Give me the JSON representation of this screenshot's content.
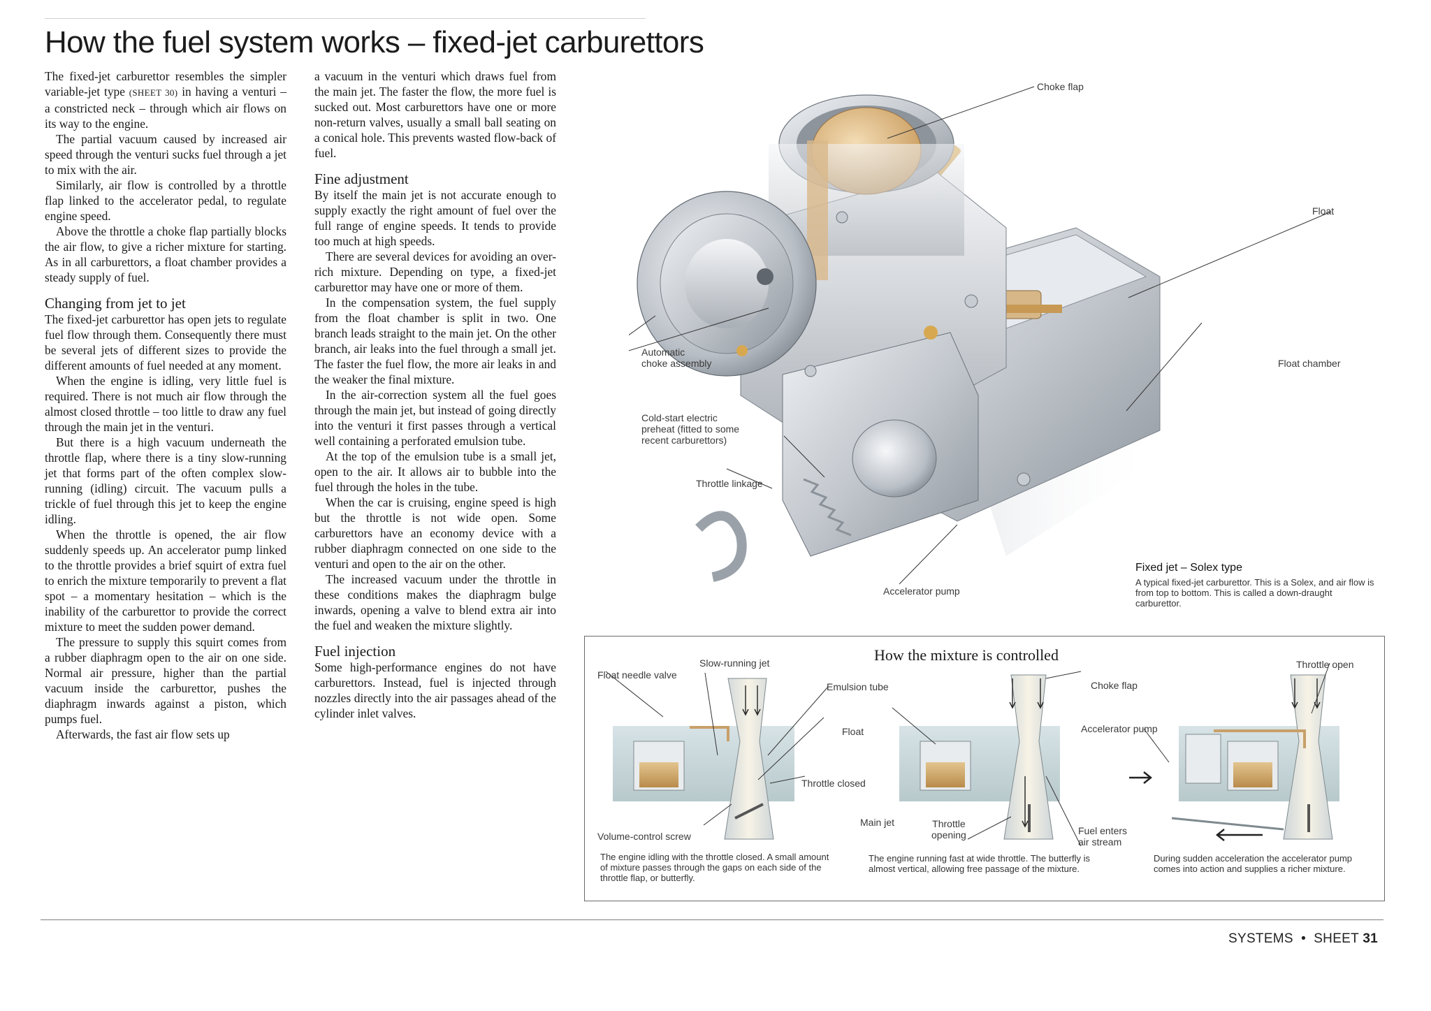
{
  "title": "How the fuel system works – fixed-jet carburettors",
  "column1": {
    "p1": "The fixed-jet carburettor resembles the simpler variable-jet type",
    "p1_ref": "(SHEET 30)",
    "p1b": "in having a venturi – a constricted neck – through which air flows on its way to the engine.",
    "p2": "The partial vacuum caused by increased air speed through the venturi sucks fuel through a jet to mix with the air.",
    "p3": "Similarly, air flow is controlled by a throttle flap linked to the accelerator pedal, to regulate engine speed.",
    "p4": "Above the throttle a choke flap partially blocks the air flow, to give a richer mixture for starting. As in all carburettors, a float chamber provides a steady supply of fuel.",
    "h1": "Changing from jet to jet",
    "p5": "The fixed-jet carburettor has open jets to regulate fuel flow through them. Consequently there must be several jets of different sizes to provide the different amounts of fuel needed at any moment.",
    "p6": "When the engine is idling, very little fuel is required. There is not much air flow through the almost closed throttle – too little to draw any fuel through the main jet in the venturi.",
    "p7": "But there is a high vacuum underneath the throttle flap, where there is a tiny slow-running jet that forms part of the often complex slow-running (idling) circuit. The vacuum pulls a trickle of fuel through this jet to keep the engine idling.",
    "p8": "When the throttle is opened, the air flow suddenly speeds up. An accelerator pump linked to the throttle provides a brief squirt of extra fuel to enrich the mixture temporarily to prevent a flat spot – a momentary hesitation – which is the inability of the carburettor to provide the correct mixture to meet the sudden power demand.",
    "p9": "The pressure to supply this squirt comes from a rubber diaphragm open to the air on one side. Normal air pressure, higher than the partial vacuum inside the carburettor, pushes the diaphragm inwards against a piston, which pumps fuel.",
    "p10": "Afterwards, the fast air flow sets up"
  },
  "column2": {
    "p1": "a vacuum in the venturi which draws fuel from the main jet. The faster the flow, the more fuel is sucked out. Most carburettors have one or more non-return valves, usually a small ball seating on a conical hole. This prevents wasted flow-back of fuel.",
    "h1": "Fine adjustment",
    "p2": "By itself the main jet is not accurate enough to supply exactly the right amount of fuel over the full range of engine speeds. It tends to provide too much at high speeds.",
    "p3": "There are several devices for avoiding an over-rich mixture. Depending on type, a fixed-jet carburettor may have one or more of them.",
    "p4": "In the compensation system, the fuel supply from the float chamber is split in two. One branch leads straight to the main jet. On the other branch, air leaks into the fuel through a small jet. The faster the fuel flow, the more air leaks in and the weaker the final mixture.",
    "p5": "In the air-correction system all the fuel goes through the main jet, but instead of going directly into the venturi it first passes through a vertical well containing a perforated emulsion tube.",
    "p6": "At the top of the emulsion tube is a small jet, open to the air. It allows air to bubble into the fuel through the holes in the tube.",
    "p7": "When the car is cruising, engine speed is high but the throttle is not wide open. Some carburettors have an economy device with a rubber diaphragm connected on one side to the venturi and open to the air on the other.",
    "p8": "The increased vacuum under the throttle in these conditions makes the diaphragm bulge inwards, opening a valve to blend extra air into the fuel and weaken the mixture slightly.",
    "h2": "Fuel injection",
    "p9": "Some high-performance engines do not have carburettors. Instead, fuel is injected through nozzles directly into the air passages ahead of the cylinder inlet valves."
  },
  "illustration": {
    "labels": {
      "choke_flap": "Choke flap",
      "float": "Float",
      "float_chamber": "Float chamber",
      "automatic_choke_1": "Automatic",
      "automatic_choke_2": "choke assembly",
      "cold_start_1": "Cold-start electric",
      "cold_start_2": "preheat (fitted to some",
      "cold_start_3": "recent carburettors)",
      "throttle_linkage": "Throttle linkage",
      "accelerator_pump": "Accelerator pump"
    },
    "caption_title": "Fixed jet – Solex type",
    "caption_text": "A typical fixed-jet carburettor. This is a Solex, and air flow is from top to bottom. This is called a down-draught carburettor."
  },
  "mixture_box": {
    "title": "How the mixture is controlled",
    "labels": {
      "float_needle_valve": "Float needle valve",
      "slow_running_jet": "Slow-running jet",
      "emulsion_tube": "Emulsion tube",
      "float": "Float",
      "throttle_closed": "Throttle closed",
      "volume_control_screw": "Volume-control screw",
      "main_jet": "Main jet",
      "throttle_opening_1": "Throttle",
      "throttle_opening_2": "opening",
      "choke_flap": "Choke flap",
      "accelerator_pump": "Accelerator pump",
      "fuel_enters_1": "Fuel enters",
      "fuel_enters_2": "air stream",
      "throttle_open": "Throttle open"
    },
    "captions": {
      "left": "The engine idling with the throttle closed. A small amount of mixture passes through the gaps on each side of the throttle flap, or butterfly.",
      "middle": "The engine running fast at wide throttle. The butterfly is almost vertical, allowing free passage of the mixture.",
      "right": "During sudden acceleration the accelerator pump comes into action and supplies a richer mixture."
    }
  },
  "footer": {
    "section": "SYSTEMS",
    "separator": "•",
    "sheet_label": "SHEET",
    "sheet_number": "31"
  },
  "colors": {
    "metal": "#c9cdd2",
    "fuel": "#c8a06a",
    "brass": "#d8a850",
    "rule": "#808080"
  }
}
